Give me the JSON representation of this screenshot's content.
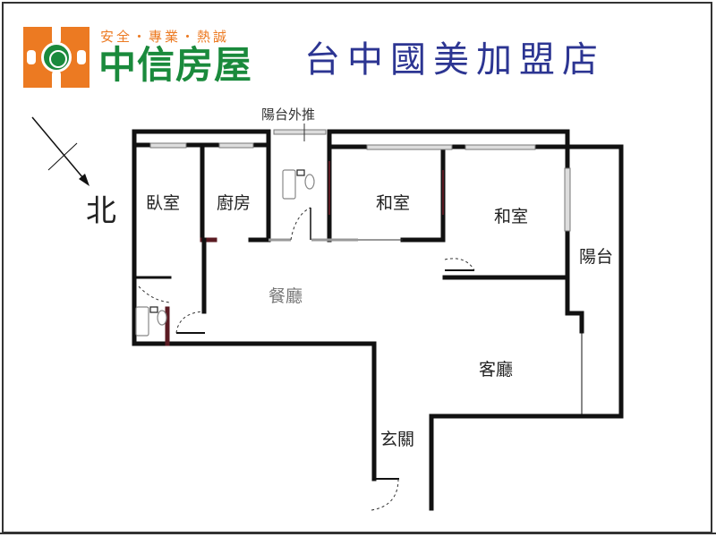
{
  "header": {
    "logo": {
      "icon": "globe-logo-icon",
      "slogan": "安全・專業・熱誠",
      "brand_name": "中信房屋",
      "colors": {
        "orange": "#ec7a22",
        "green": "#1a8a3c"
      }
    },
    "store_name": "台中國美加盟店",
    "store_color": "#2c3592"
  },
  "floorplan": {
    "compass": {
      "label": "北",
      "icon": "north-arrow-icon"
    },
    "balcony_extension_label": "陽台外推",
    "rooms": [
      {
        "id": "bedroom",
        "label": "臥室"
      },
      {
        "id": "kitchen",
        "label": "廚房"
      },
      {
        "id": "japanese-room-1",
        "label": "和室"
      },
      {
        "id": "japanese-room-2",
        "label": "和室"
      },
      {
        "id": "balcony",
        "label": "陽台"
      },
      {
        "id": "dining-room",
        "label": "餐廳"
      },
      {
        "id": "living-room",
        "label": "客廳"
      },
      {
        "id": "entrance",
        "label": "玄關"
      }
    ]
  }
}
